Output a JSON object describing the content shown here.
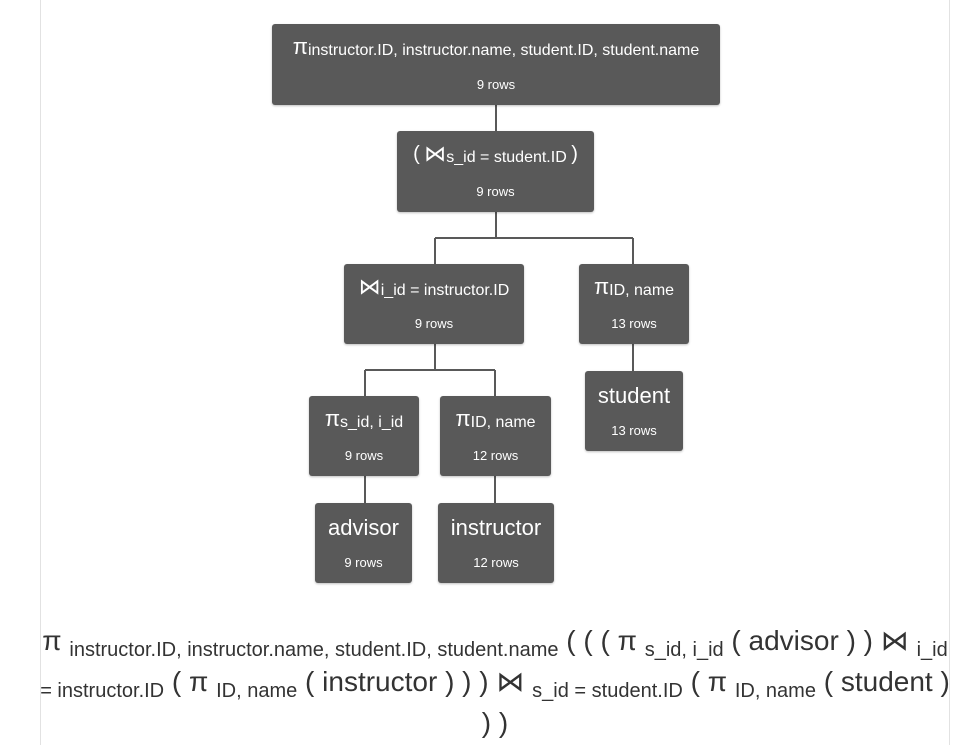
{
  "nodes": {
    "root": {
      "op": "π",
      "sub": "instructor.ID, instructor.name, student.ID, student.name",
      "rows": "9 rows"
    },
    "join_outer": {
      "open": "(",
      "op": "⋈",
      "sub": "s_id = student.ID",
      "close": ")",
      "rows": "9 rows"
    },
    "join_inner": {
      "op": "⋈",
      "sub": "i_id = instructor.ID",
      "rows": "9 rows"
    },
    "proj_student": {
      "op": "π",
      "sub": "ID, name",
      "rows": "13 rows"
    },
    "rel_student": {
      "name": "student",
      "rows": "13 rows"
    },
    "proj_advisor": {
      "op": "π",
      "sub": "s_id, i_id",
      "rows": "9 rows"
    },
    "proj_instructor": {
      "op": "π",
      "sub": "ID, name",
      "rows": "12 rows"
    },
    "rel_advisor": {
      "name": "advisor",
      "rows": "9 rows"
    },
    "rel_instructor": {
      "name": "instructor",
      "rows": "12 rows"
    }
  },
  "formula": {
    "p1": "π",
    "s1": "instructor.ID, instructor.name, student.ID, student.name",
    "t1": " ( ( ( π",
    "s2": "s_id, i_id",
    "t2": " ( advisor ) ) ⋈",
    "s3": "i_id = instructor.ID",
    "t3": " ( π",
    "s4": "ID, name",
    "t4": " ( instructor ) ) ) ⋈",
    "s5": "s_id = student.ID",
    "t5": " ( π",
    "s6": "ID, name",
    "t6": " ( student ) ) )"
  },
  "colors": {
    "node_bg": "#595959",
    "node_text": "#ffffff",
    "edge": "#595959",
    "formula_text": "#333333"
  }
}
